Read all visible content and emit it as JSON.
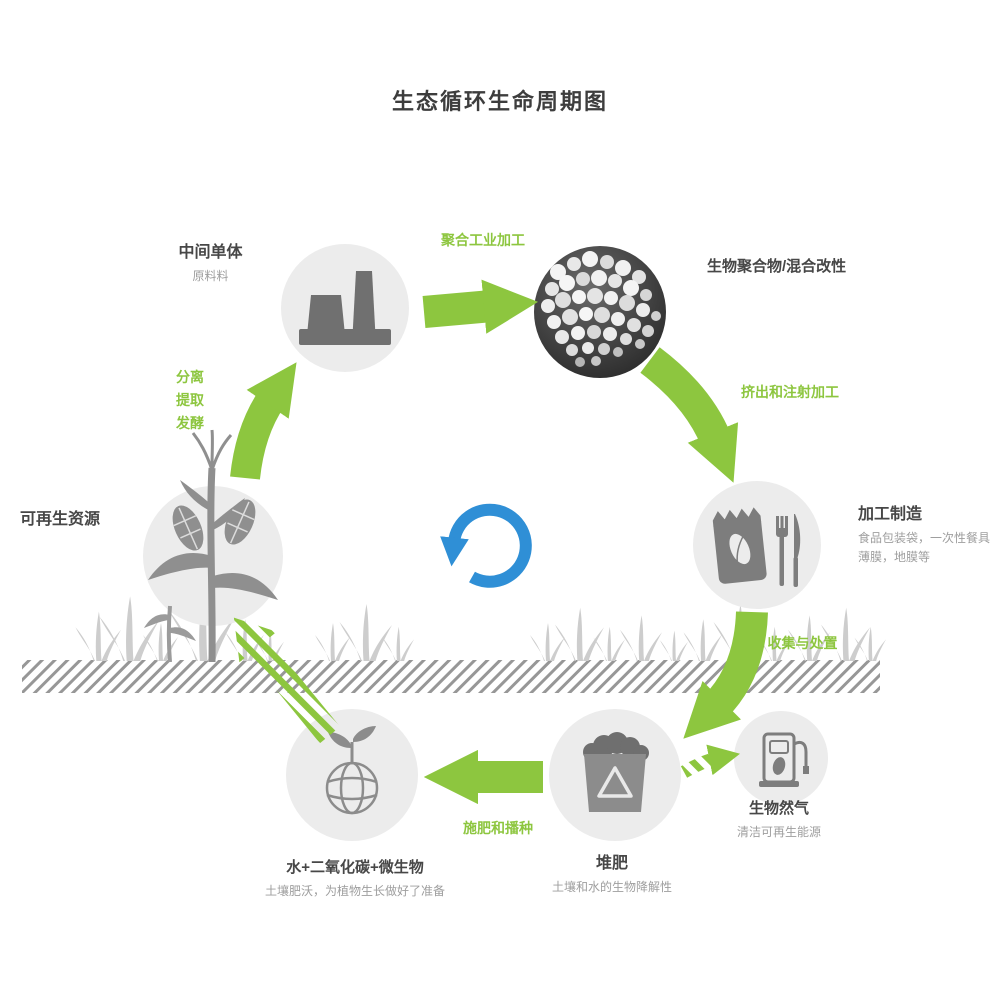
{
  "title": "生态循环生命周期图",
  "accent": {
    "green": "#8dc63f",
    "blue": "#2f8fd6",
    "circle_gray": "#ececec",
    "icon_gray": "#7d7d7d"
  },
  "nodes": {
    "monomer": {
      "label": "中间单体",
      "sub": "原料料"
    },
    "biopolymer": {
      "label": "生物聚合物/混合改性"
    },
    "manufacturing": {
      "label": "加工制造",
      "sub1": "食品包装袋，一次性餐具",
      "sub2": "薄膜，地膜等"
    },
    "biogas": {
      "label": "生物然气",
      "sub": "清洁可再生能源"
    },
    "compost": {
      "label": "堆肥",
      "sub": "土壤和水的生物降解性"
    },
    "soil": {
      "label": "水+二氧化碳+微生物",
      "sub": "土壤肥沃，为植物生长做好了准备"
    },
    "renewable": {
      "label": "可再生资源"
    }
  },
  "arrows": {
    "polymerization": "聚合工业加工",
    "extrusion": "挤出和注射加工",
    "collection": "收集与处置",
    "fertilize": "施肥和播种",
    "process_steps": [
      "分离",
      "提取",
      "发酵"
    ]
  }
}
